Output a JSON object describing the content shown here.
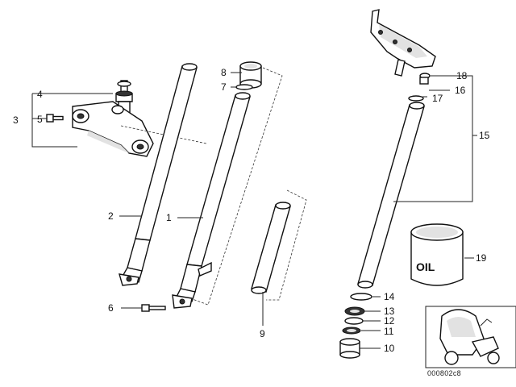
{
  "callouts": {
    "c1": "1",
    "c2": "2",
    "c3": "3",
    "c4": "4",
    "c5": "5",
    "c6": "6",
    "c7": "7",
    "c8": "8",
    "c9": "9",
    "c10": "10",
    "c11": "11",
    "c12": "12",
    "c13": "13",
    "c14": "14",
    "c15": "15",
    "c16": "16",
    "c17": "17",
    "c18": "18",
    "c19": "19"
  },
  "oil_label": "OIL",
  "diagram_code": "000802c8"
}
